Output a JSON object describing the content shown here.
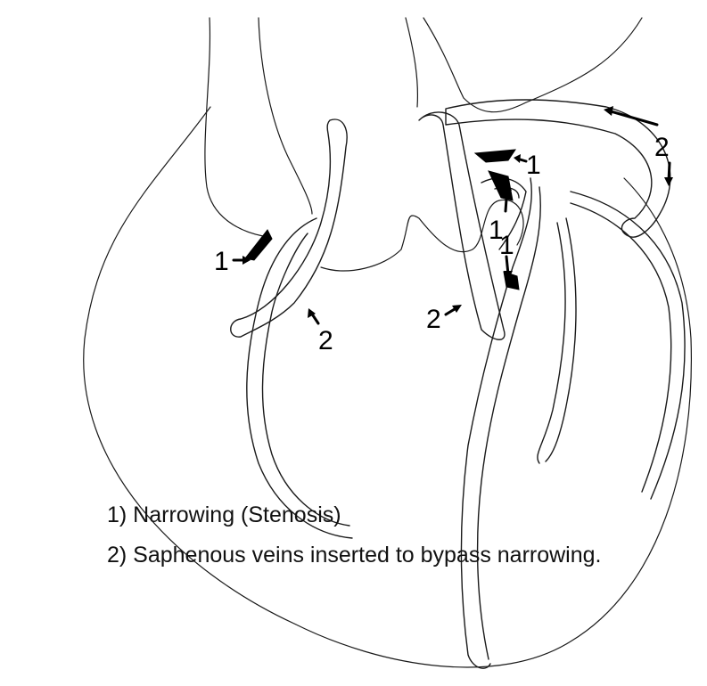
{
  "labels": {
    "narrowing": "1",
    "bypass": "2"
  },
  "legend": {
    "item1": "1) Narrowing (Stenosis)",
    "item2": "2) Saphenous veins inserted to bypass narrowing."
  },
  "colors": {
    "ink": "#000000",
    "background": "#ffffff"
  }
}
